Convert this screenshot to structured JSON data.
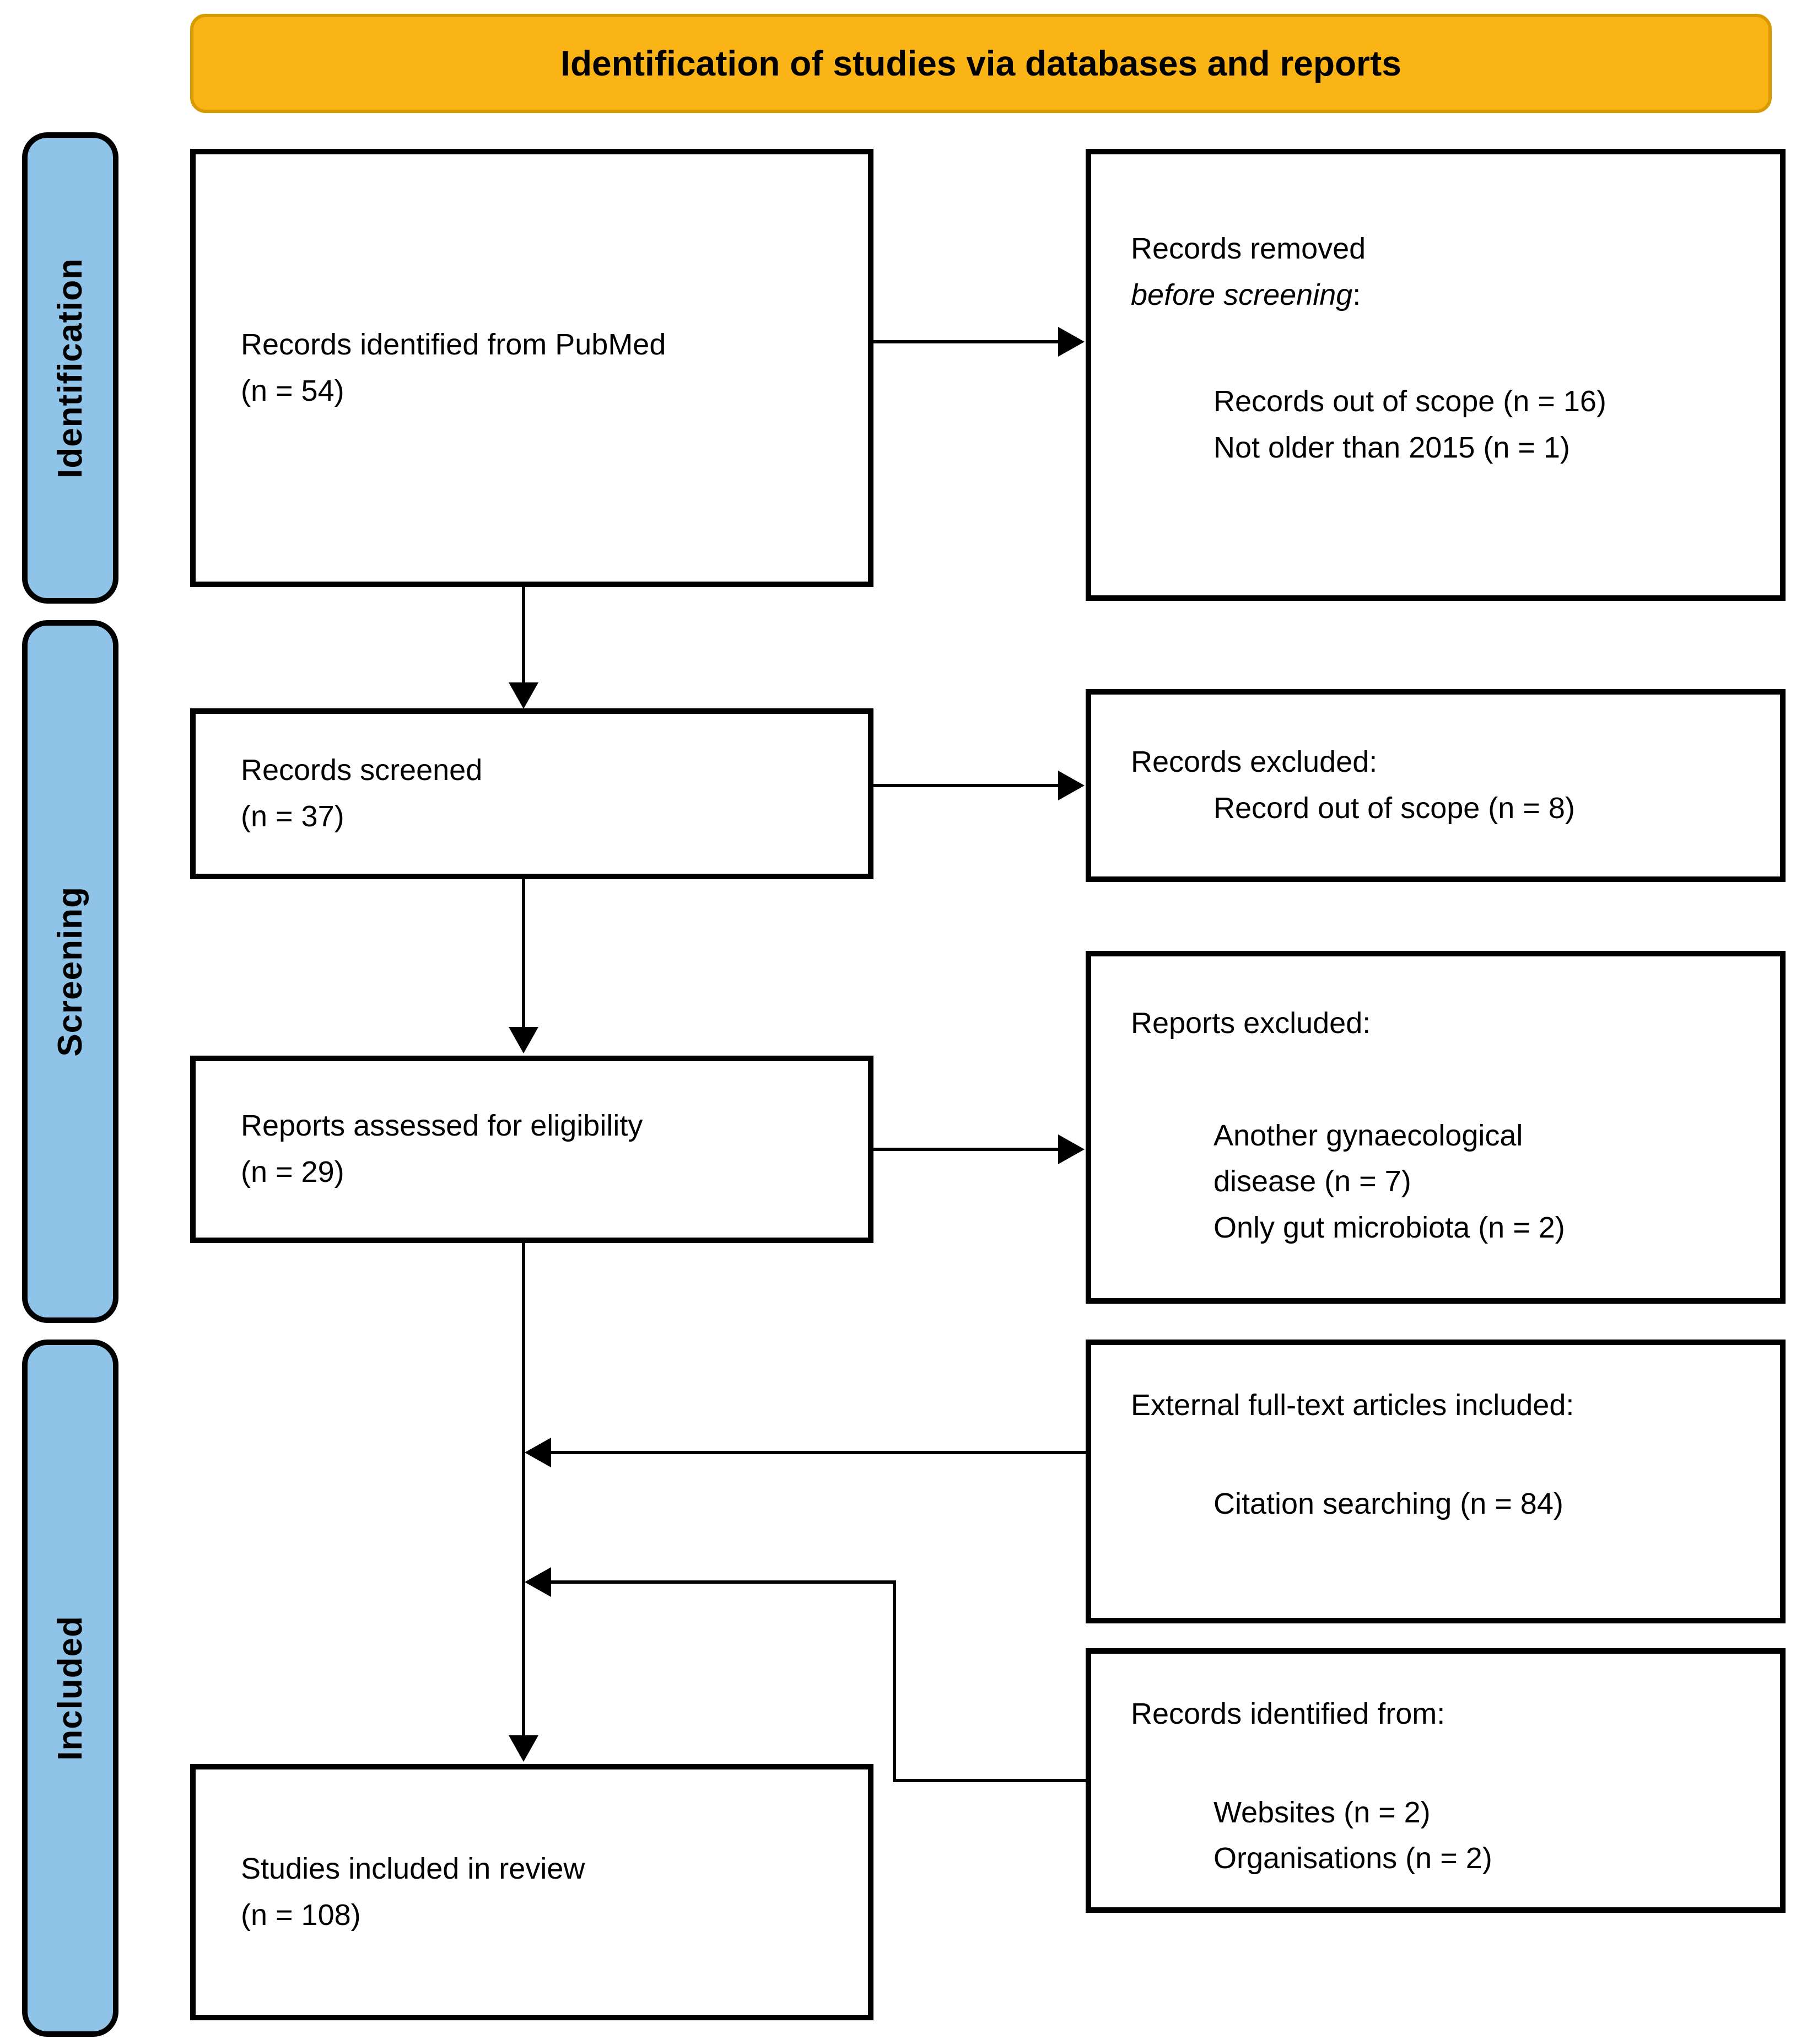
{
  "banner": {
    "title": "Identification of studies via databases and reports"
  },
  "colors": {
    "banner_fill": "#FBB415",
    "banner_border": "#D79B00",
    "stage_pill_fill": "#8FC3E8",
    "box_border": "#000000"
  },
  "sidebar": {
    "identification": "Identification",
    "screening": "Screening",
    "included": "Included"
  },
  "flow": {
    "identified": {
      "line1": "Records identified from PubMed",
      "line2": "(n = 54)"
    },
    "removed": {
      "header1": "Records removed",
      "header2": "before screening",
      "header2_colon": ":",
      "item1": "Records out of scope (n = 16)",
      "item2": "Not older than 2015 (n = 1)"
    },
    "screened": {
      "line1": "Records screened",
      "line2": "(n = 37)"
    },
    "excluded_records": {
      "header": "Records excluded:",
      "item1": "Record out of scope (n = 8)"
    },
    "assessed": {
      "line1": "Reports assessed for eligibility",
      "line2": "(n = 29)"
    },
    "excluded_reports": {
      "header": "Reports excluded:",
      "item1": "Another gynaecological disease (n = 7)",
      "item2": "Only gut microbiota (n = 2)"
    },
    "external": {
      "header": "External full-text articles included:",
      "item1": "Citation searching (n = 84)"
    },
    "other_sources": {
      "header": "Records identified from:",
      "item1": "Websites (n = 2)",
      "item2": "Organisations (n = 2)"
    },
    "included_box": {
      "line1": "Studies included in review",
      "line2": "(n = 108)"
    }
  }
}
